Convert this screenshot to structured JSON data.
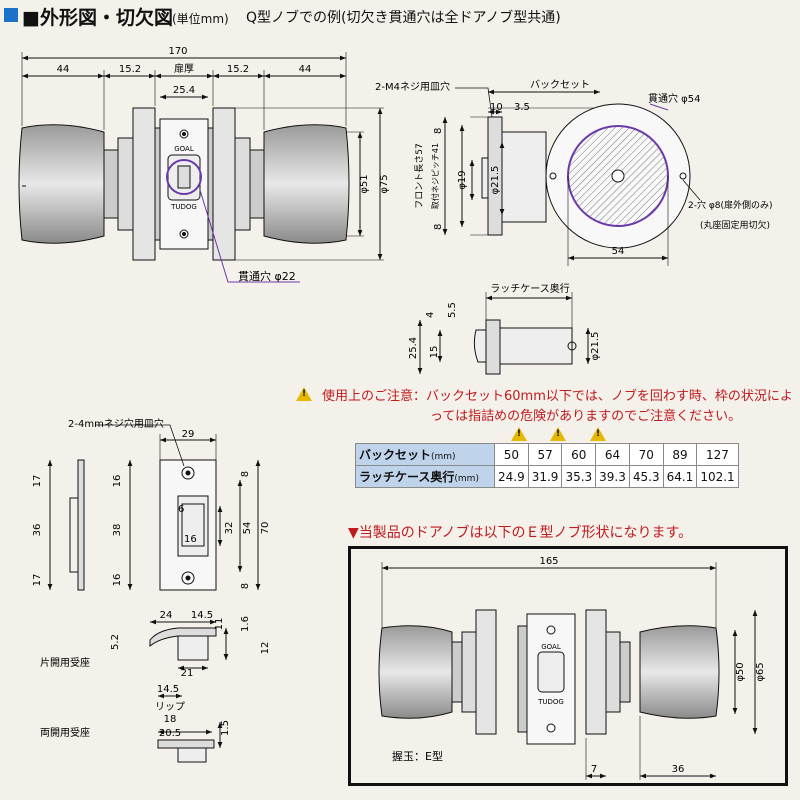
{
  "header": {
    "title": "■外形図・切欠図",
    "unit": "(単位mm)",
    "subtitle": "Q型ノブでの例(切欠き貫通穴は全ドアノブ型共通)"
  },
  "front_view": {
    "dims": {
      "overall": "170",
      "knob_left": "44",
      "rose_left": "15.2",
      "door_thickness": "扉厚",
      "rose_right": "15.2",
      "knob_right": "44",
      "plate": "25.4",
      "dia51": "φ51",
      "dia75": "φ75"
    },
    "through_hole": "貫通穴 φ22",
    "brand_top": "GOAL",
    "brand_bottom": "TUDOG"
  },
  "side_view": {
    "screw": "2-M4ネジ用皿穴",
    "backset": "バックセット",
    "dim10": "10",
    "dim35": "3.5",
    "front_length": "フロント長さ57",
    "mount_pitch": "取付ネジピッチ41",
    "dim8a": "8",
    "dim8b": "8",
    "dia19": "φ19",
    "dia215": "φ21.5"
  },
  "round_view": {
    "through_hole": "貫通穴 φ54",
    "holes": "2-穴 φ8(扉外側のみ)",
    "holes_note": "(丸座固定用切欠)",
    "width": "54"
  },
  "latch_view": {
    "label": "ラッチケース奥行",
    "dim4": "4",
    "dim55": "5.5",
    "dim15": "15",
    "dim254": "25.4",
    "dia215": "φ21.5"
  },
  "caution": {
    "line1": "使用上のご注意：バックセット60mm以下では、ノブを回わす時、枠の状況によ",
    "line2": "っては指詰めの危険がありますのでご注意ください。"
  },
  "backset_table": {
    "row1_label": "バックセット",
    "row1_unit": "(mm)",
    "row2_label": "ラッチケース奥行",
    "row2_unit": "(mm)",
    "backset": [
      "50",
      "57",
      "60",
      "64",
      "70",
      "89",
      "127"
    ],
    "latch_depth": [
      "24.9",
      "31.9",
      "35.3",
      "39.3",
      "45.3",
      "64.1",
      "102.1"
    ],
    "warn_columns": [
      1,
      2,
      3
    ]
  },
  "strike_view": {
    "screw": "2-4mmネジ穴用皿穴",
    "dim29": "29",
    "dim17a": "17",
    "dim36": "36",
    "dim17b": "17",
    "dim16a": "16",
    "dim38": "38",
    "dim16b": "16",
    "dim6": "6",
    "dim16c": "16",
    "dim32": "32",
    "dim54": "54",
    "dim70": "70",
    "dim8a": "8",
    "dim8b": "8"
  },
  "strike_single": {
    "label": "片開用受座",
    "dim24": "24",
    "dim145": "14.5",
    "dim52": "5.2",
    "dim11": "11",
    "dim16": "1.6",
    "dim12": "12",
    "dim21": "21"
  },
  "strike_double": {
    "label": "両開用受座",
    "dim145": "14.5",
    "lip": "リップ",
    "dim18": "18",
    "dim205": "20.5",
    "dim15": "1.5"
  },
  "product_note": "▼当製品のドアノブは以下のＥ型ノブ形状になります。",
  "e_type": {
    "dim165": "165",
    "dia50": "φ50",
    "dia65": "φ65",
    "grip_label": "握玉：E型",
    "dim7": "7",
    "dim36": "36",
    "brand_top": "GOAL",
    "brand_bottom": "TUDOG"
  }
}
